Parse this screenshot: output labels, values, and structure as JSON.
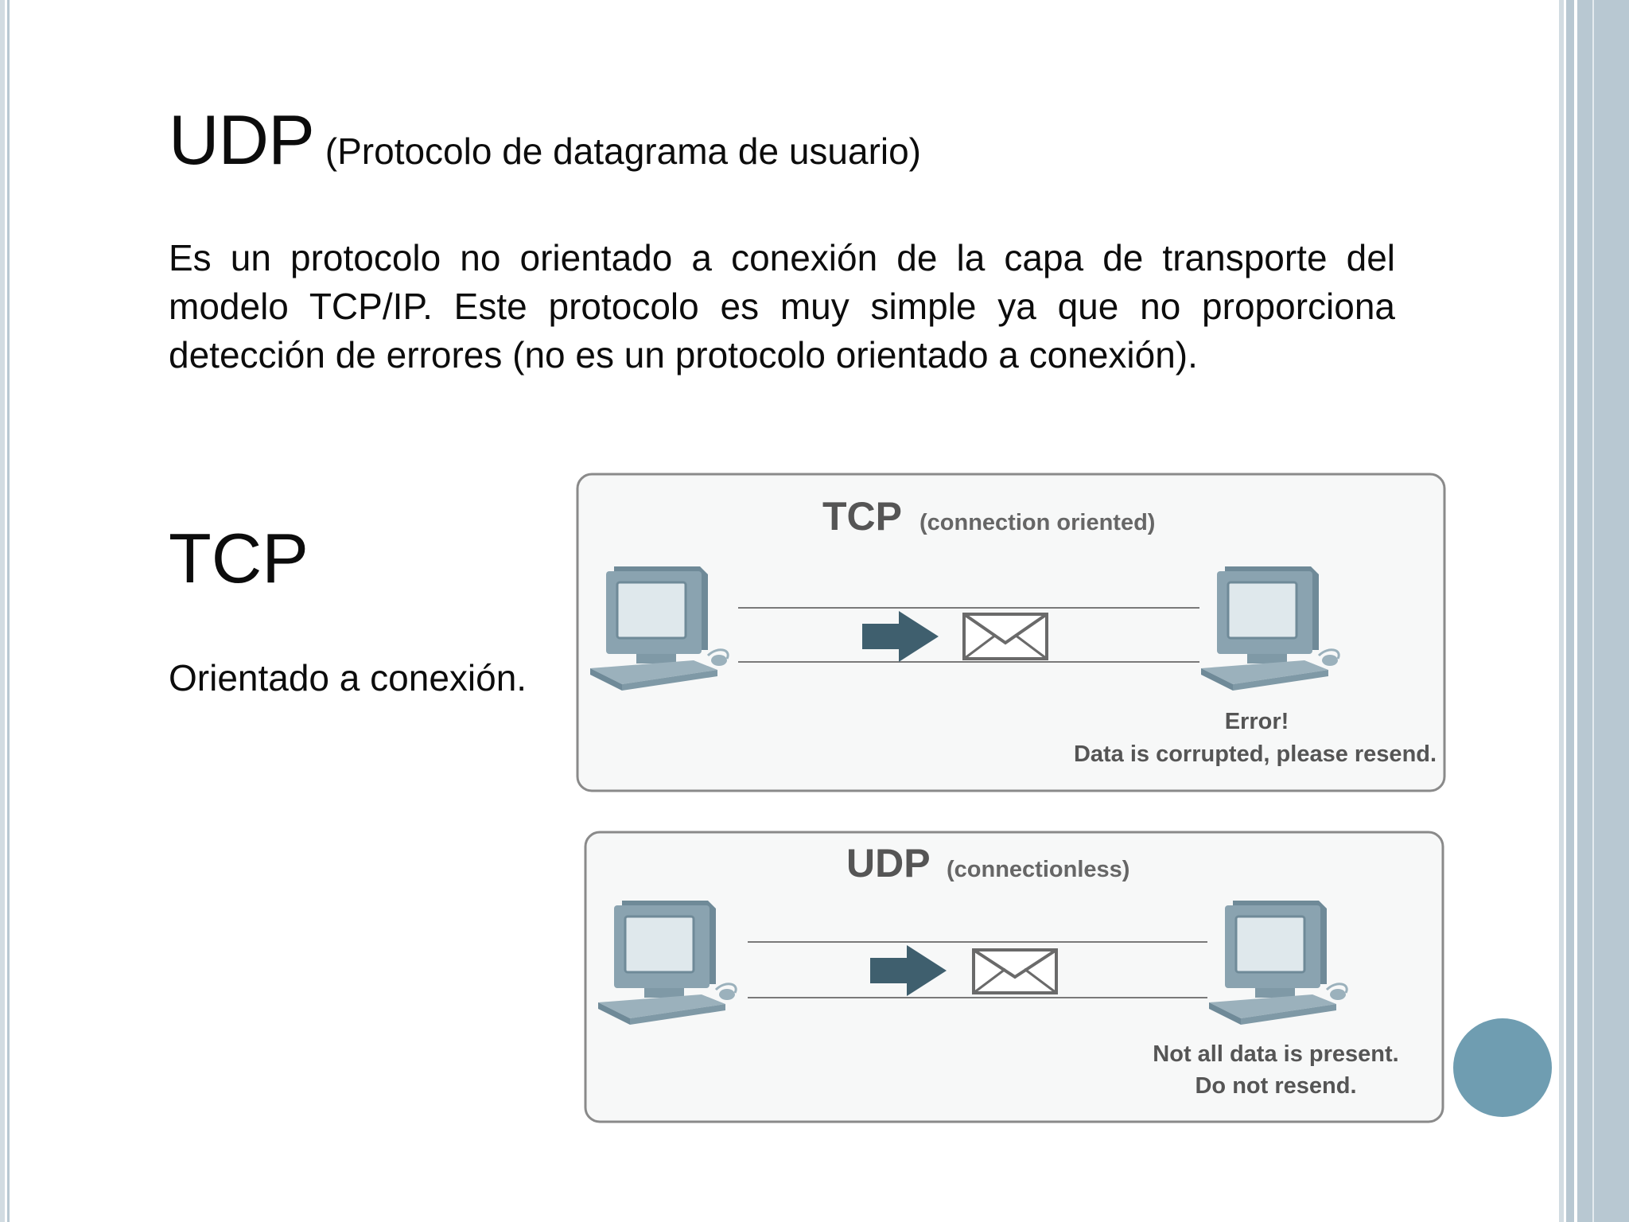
{
  "slide": {
    "udp_title": "UDP",
    "udp_subtitle": "(Protocolo de datagrama de usuario)",
    "udp_description": "Es un protocolo no orientado a conexión de la capa de transporte del modelo TCP/IP. Este protocolo es muy simple ya que no proporciona detección de errores (no es un protocolo orientado a conexión).",
    "tcp_title": "TCP",
    "tcp_description": "Orientado a conexión."
  },
  "diagrams": {
    "tcp": {
      "title": "TCP",
      "subtitle": "(connection oriented)",
      "message_line1": "Error!",
      "message_line2": "Data is corrupted, please resend."
    },
    "udp": {
      "title": "UDP",
      "subtitle": "(connectionless)",
      "message_line1": "Not all data is present.",
      "message_line2": "Do not resend."
    }
  },
  "colors": {
    "computer": "#7f99a6",
    "computer_light": "#c9d6dd",
    "arrow": "#3f5f6e",
    "panel_border": "#8a8a8a",
    "panel_bg": "#f7f8f8",
    "diagram_text": "#555555",
    "accent": "#6f9db1"
  }
}
